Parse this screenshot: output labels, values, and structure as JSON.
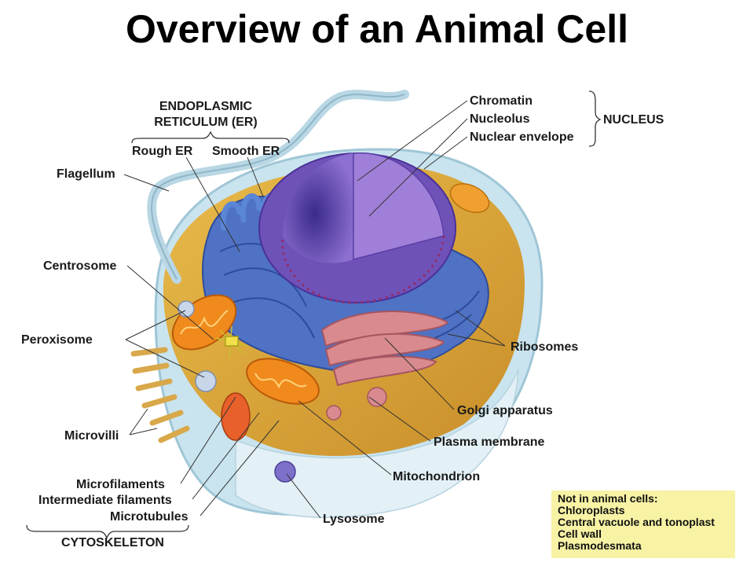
{
  "title": "Overview of an Animal Cell",
  "labels": {
    "er_header_1": "ENDOPLASMIC",
    "er_header_2": "RETICULUM (ER)",
    "rough_er": "Rough ER",
    "smooth_er": "Smooth ER",
    "flagellum": "Flagellum",
    "centrosome": "Centrosome",
    "peroxisome": "Peroxisome",
    "microvilli": "Microvilli",
    "microfilaments": "Microfilaments",
    "intermediate_filaments": "Intermediate filaments",
    "microtubules": "Microtubules",
    "cytoskeleton": "CYTOSKELETON",
    "chromatin": "Chromatin",
    "nucleolus": "Nucleolus",
    "nuclear_envelope": "Nuclear envelope",
    "nucleus": "NUCLEUS",
    "ribosomes": "Ribosomes",
    "golgi": "Golgi apparatus",
    "plasma_membrane": "Plasma membrane",
    "mitochondrion": "Mitochondrion",
    "lysosome": "Lysosome"
  },
  "note": {
    "heading": "Not in animal cells:",
    "items": [
      "Chloroplasts",
      "Central vacuole and tonoplast",
      "Cell wall",
      "Plasmodesmata"
    ]
  },
  "colors": {
    "note_background": "#f7f2a4",
    "cell_membrane": "#c9e4ef",
    "cytoplasm": "#d8a43a",
    "er": "#4f72c4",
    "nucleus": "#7e5bc2",
    "mitochondrion": "#f08a1c",
    "golgi": "#d98a8e"
  }
}
